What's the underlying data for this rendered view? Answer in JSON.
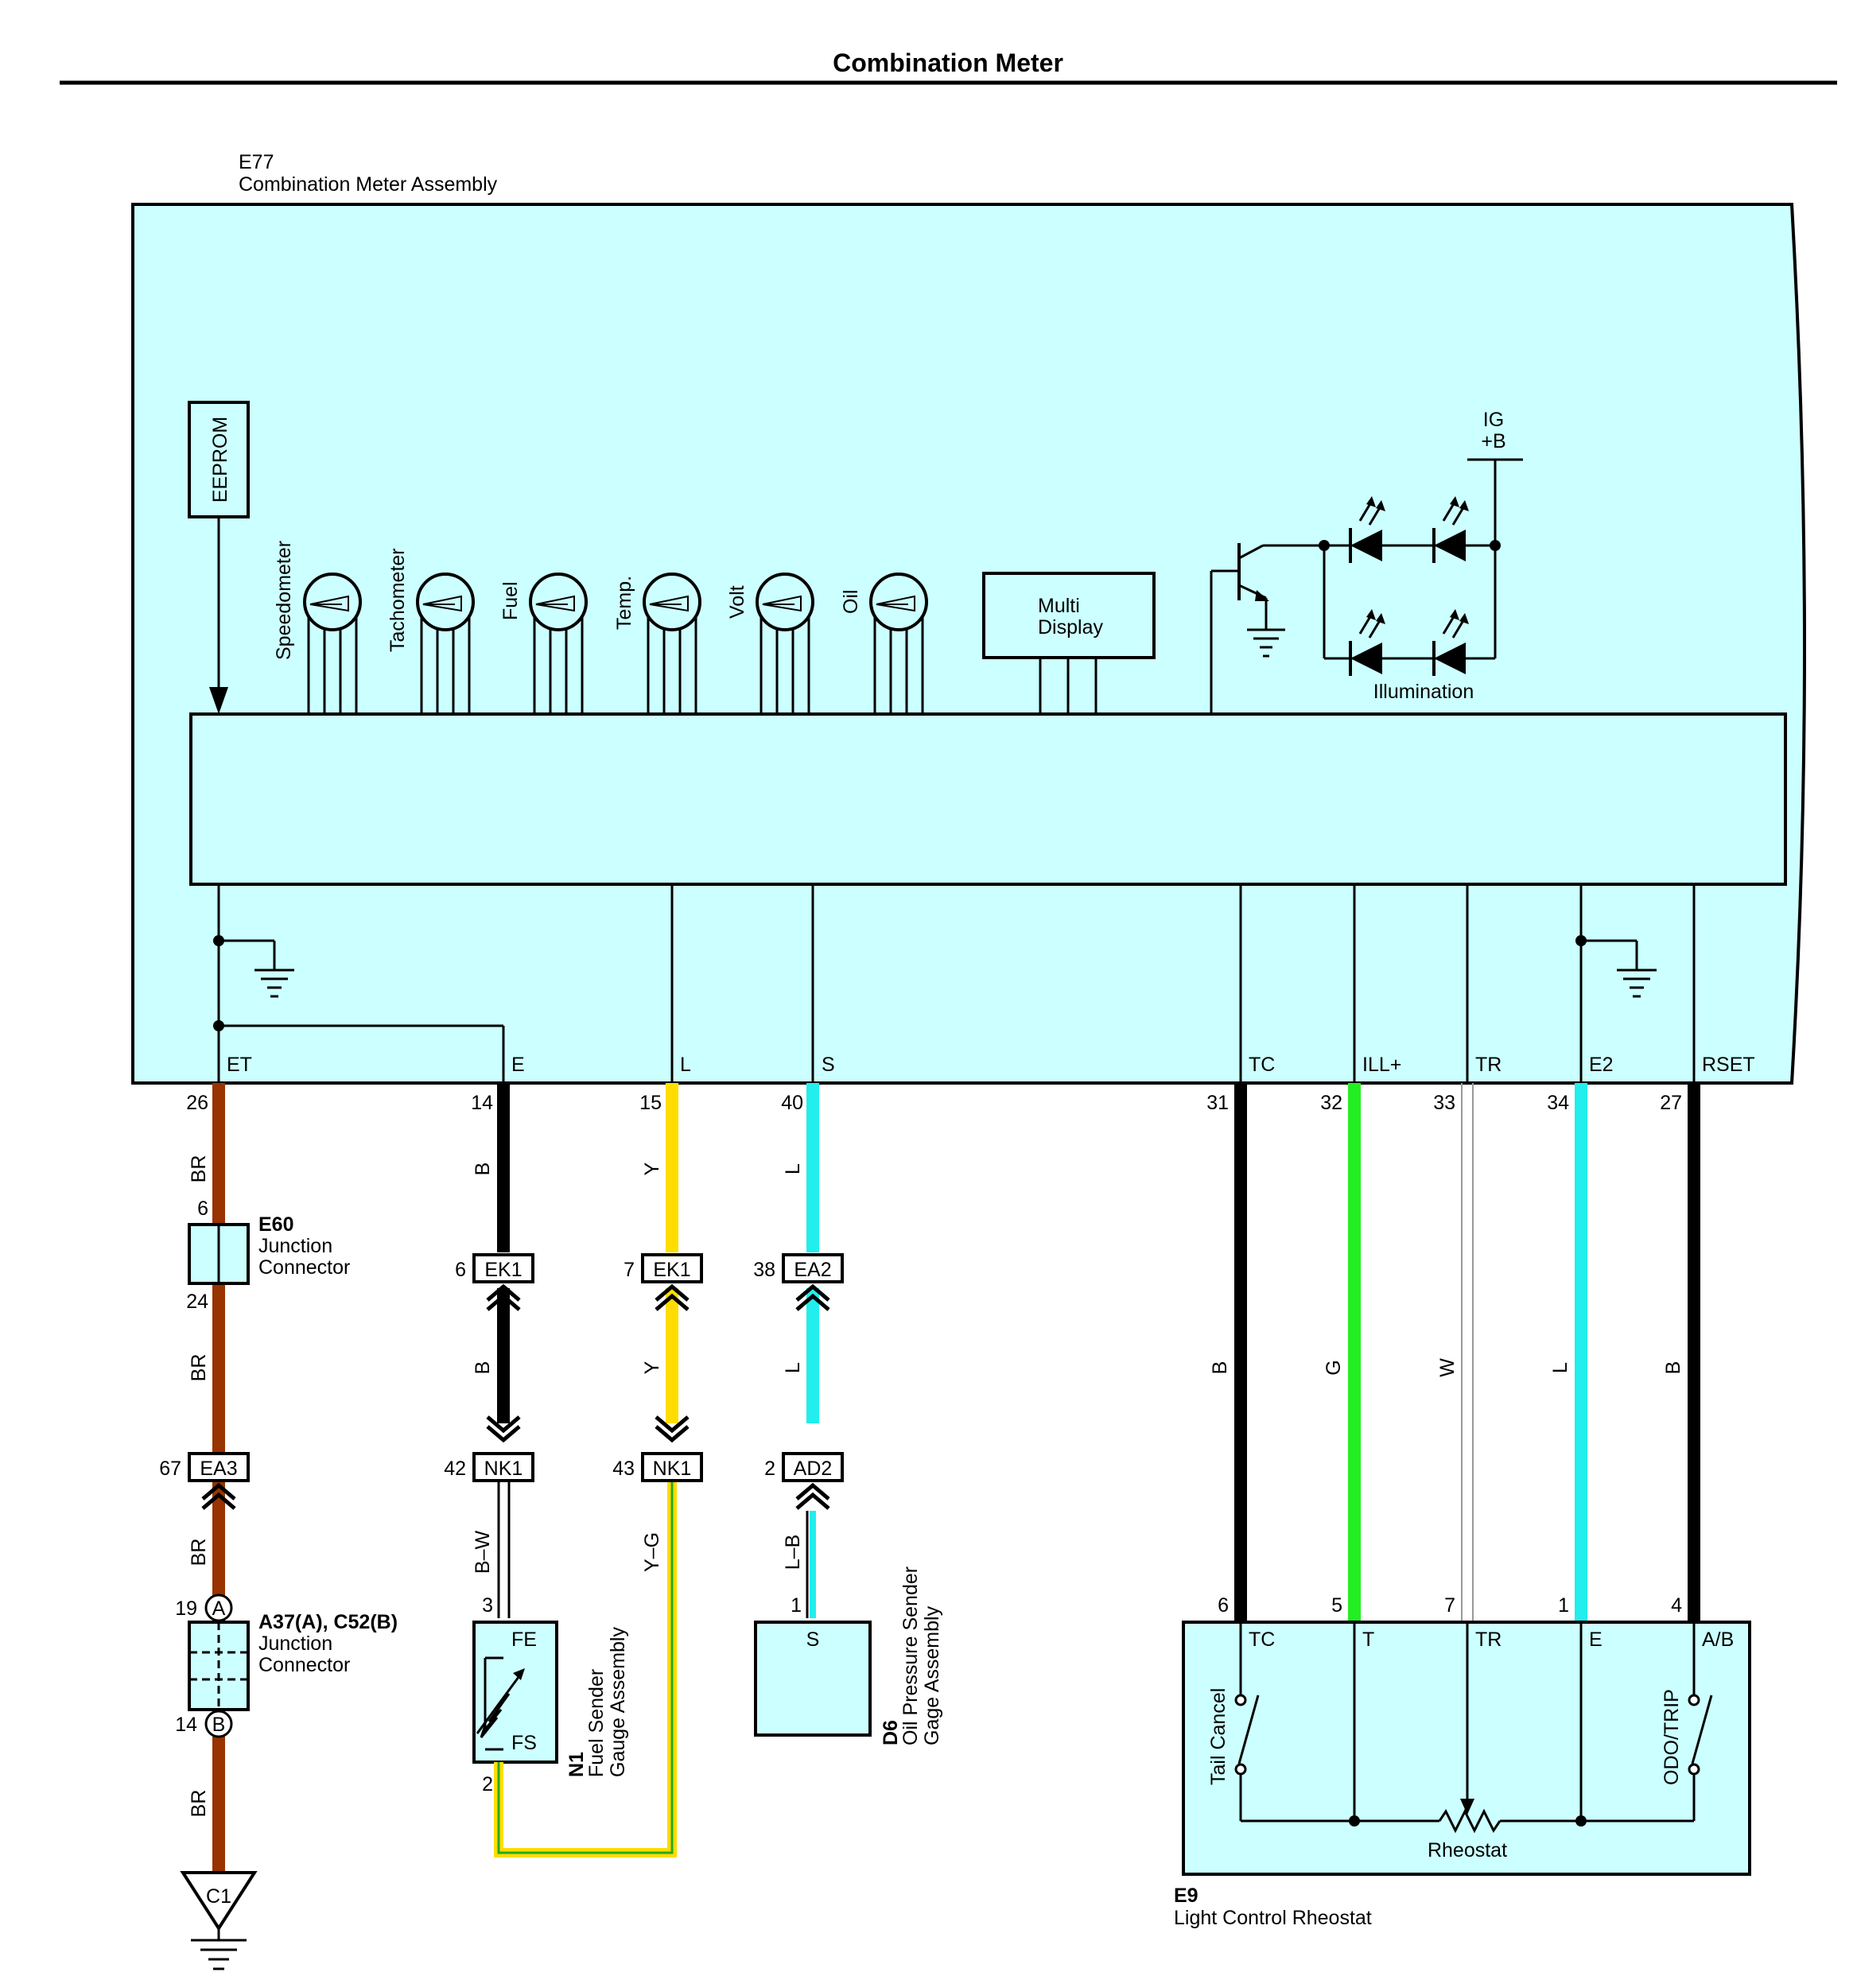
{
  "title": "Combination Meter",
  "colors": {
    "component_fill": "#ccffff",
    "BR": "#993300",
    "B": "#000000",
    "Y": "#ffdd00",
    "L": "#22eeee",
    "G": "#22ee22",
    "W": "#ffffff",
    "stripe_G": "#22aa22"
  },
  "meter": {
    "code": "E77",
    "name": "Combination Meter Assembly",
    "eeprom": "EEPROM",
    "gauges": [
      "Speedometer",
      "Tachometer",
      "Fuel",
      "Temp.",
      "Volt",
      "Oil"
    ],
    "multi_display": [
      "Multi",
      "Display"
    ],
    "illumination": "Illumination",
    "power": [
      "IG",
      "+B"
    ],
    "terminals": [
      "ET",
      "E",
      "L",
      "S",
      "TC",
      "ILL+",
      "TR",
      "E2",
      "RSET"
    ]
  },
  "wires": {
    "et": {
      "pin": "26",
      "colors": [
        "BR",
        "BR",
        "BR",
        "BR"
      ]
    },
    "e": {
      "pin": "14",
      "colors": [
        "B",
        "B",
        "B–W"
      ]
    },
    "l": {
      "pin": "15",
      "colors": [
        "Y",
        "Y",
        "Y–G"
      ]
    },
    "s": {
      "pin": "40",
      "colors": [
        "L",
        "L",
        "L–B"
      ]
    },
    "tc": {
      "pin": "31",
      "color": "B",
      "end_pin": "6"
    },
    "ill": {
      "pin": "32",
      "color": "G",
      "end_pin": "5"
    },
    "tr": {
      "pin": "33",
      "color": "W",
      "end_pin": "7"
    },
    "e2": {
      "pin": "34",
      "color": "L",
      "end_pin": "1"
    },
    "rset": {
      "pin": "27",
      "color": "B",
      "end_pin": "4"
    }
  },
  "connectors": {
    "e60": {
      "code": "E60",
      "name": [
        "Junction",
        "Connector"
      ],
      "pin_in": "6",
      "pin_out": "24"
    },
    "ea3": {
      "label": "EA3",
      "pin": "67"
    },
    "a37": {
      "code": "A37(A), C52(B)",
      "name": [
        "Junction",
        "Connector"
      ],
      "pin_a": "19",
      "pin_b": "14",
      "letter_a": "A",
      "letter_b": "B"
    },
    "ek1_e": {
      "label": "EK1",
      "pin": "6"
    },
    "ek1_l": {
      "label": "EK1",
      "pin": "7"
    },
    "ea2": {
      "label": "EA2",
      "pin": "38"
    },
    "nk1_e": {
      "label": "NK1",
      "pin": "42"
    },
    "nk1_l": {
      "label": "NK1",
      "pin": "43"
    },
    "ad2": {
      "label": "AD2",
      "pin": "2"
    }
  },
  "fuel_sender": {
    "code": "N1",
    "name": [
      "Fuel Sender",
      "Gauge Assembly"
    ],
    "fe": "FE",
    "fs": "FS",
    "pin_fe": "3",
    "pin_fs": "2"
  },
  "oil_sender": {
    "code": "D6",
    "name": [
      "Oil Pressure Sender",
      "Gage Assembly"
    ],
    "terminal": "S",
    "pin": "1"
  },
  "rheostat": {
    "code": "E9",
    "name": "Light Control Rheostat",
    "terminals": [
      "TC",
      "T",
      "TR",
      "E",
      "A/B"
    ],
    "tail_cancel": "Tail Cancel",
    "odo_trip": "ODO/TRIP",
    "rheostat_label": "Rheostat"
  },
  "ground": "C1"
}
